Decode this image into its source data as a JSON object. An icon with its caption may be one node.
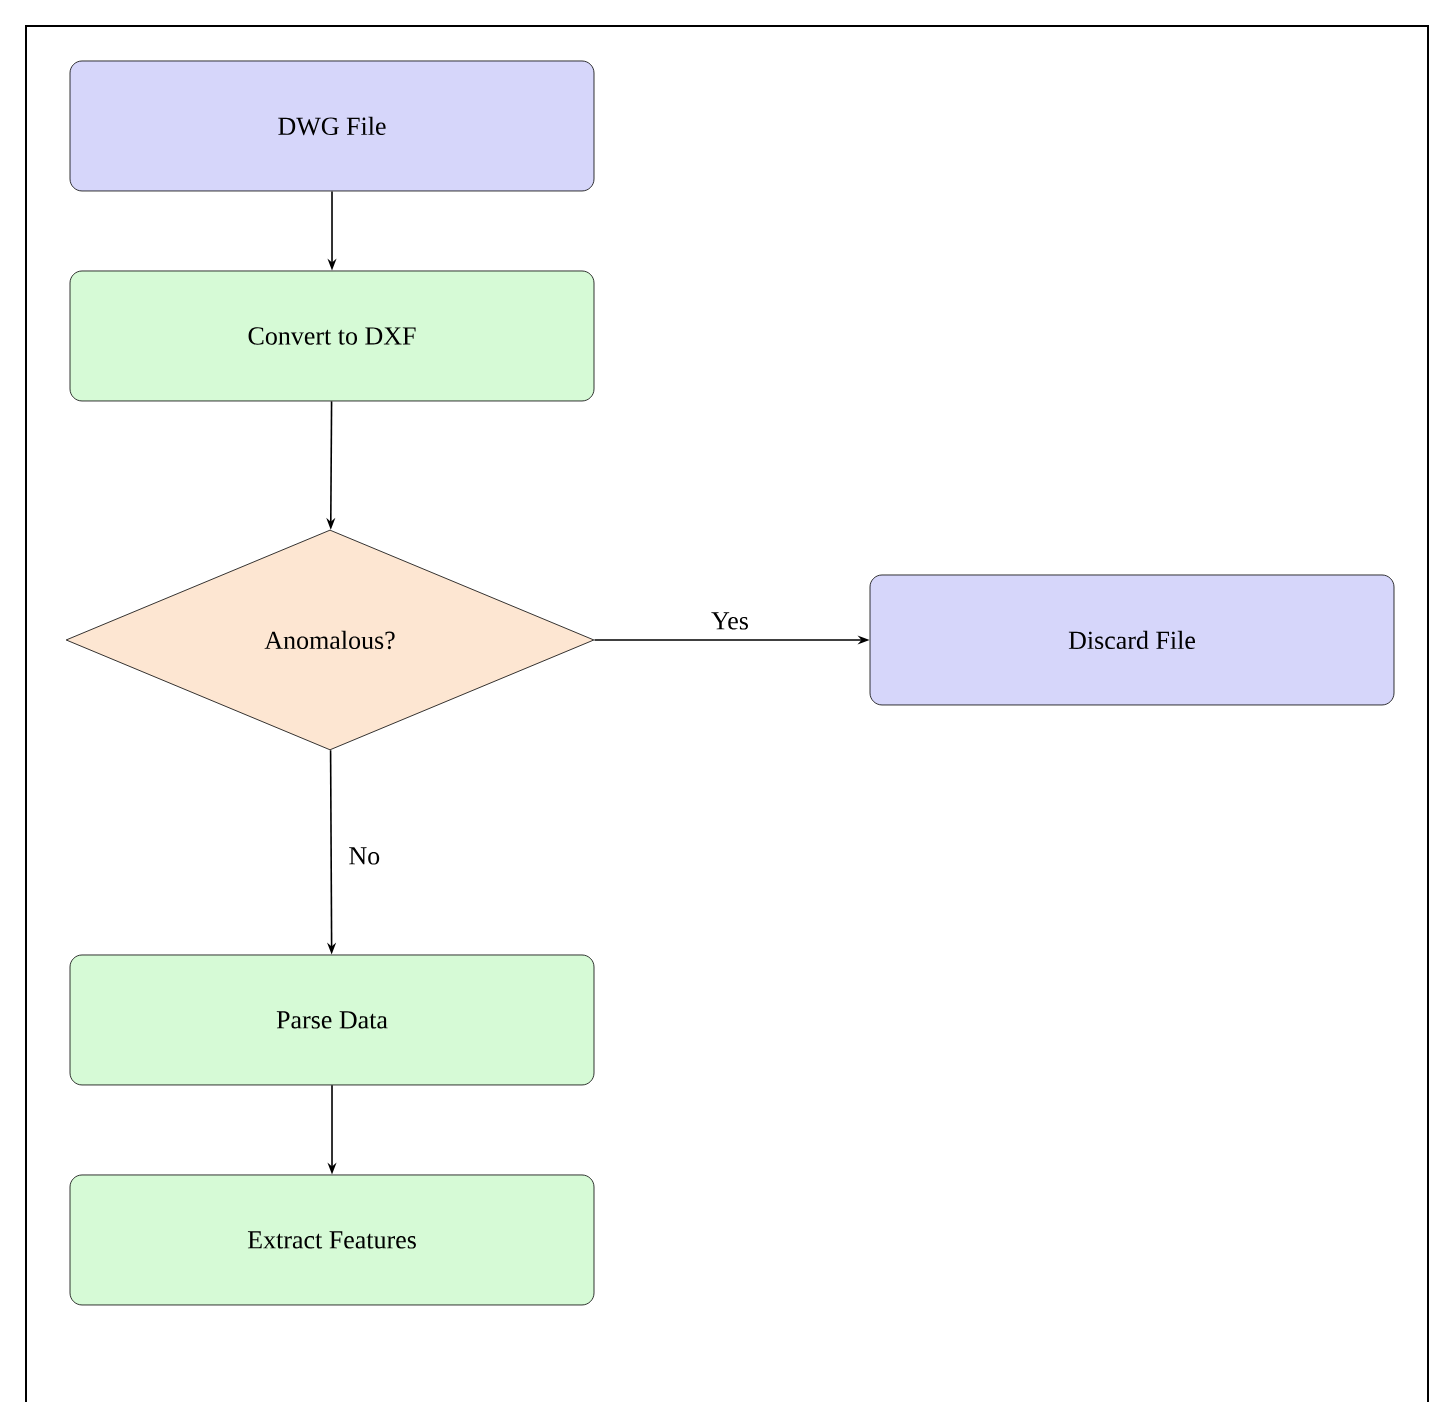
{
  "diagram": {
    "nodes": [
      {
        "text": [
          "DWG File"
        ]
      },
      {
        "text": [
          "Convert to DXF"
        ]
      },
      {
        "text": [
          "Anomalous?"
        ]
      },
      {
        "text": [
          "Discard File"
        ]
      },
      {
        "text": [
          "Parse Data"
        ]
      },
      {
        "text": [
          "Extract Features"
        ]
      }
    ],
    "edges": [
      {
        "from": 0,
        "to": 1,
        "arrow": "to"
      },
      {
        "from": 1,
        "to": 2,
        "arrow": "to"
      },
      {
        "from": 2,
        "to": 3,
        "arrow": "to",
        "label": "Yes"
      },
      {
        "from": 2,
        "to": 4,
        "arrow": "to",
        "label": "No"
      },
      {
        "from": 4,
        "to": 5,
        "arrow": "to"
      }
    ]
  }
}
